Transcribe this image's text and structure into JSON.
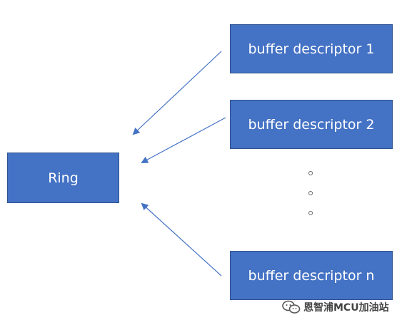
{
  "diagram": {
    "ring_label": "Ring",
    "descriptors": [
      "buffer descriptor 1",
      "buffer descriptor 2",
      "buffer descriptor n"
    ],
    "colors": {
      "box_fill": "#4472c4",
      "box_border": "#2f528f",
      "box_text": "#ffffff",
      "arrow": "#4472c4"
    }
  },
  "watermark": {
    "icon": "wechat-icon",
    "text": "恩智浦MCU加油站"
  }
}
